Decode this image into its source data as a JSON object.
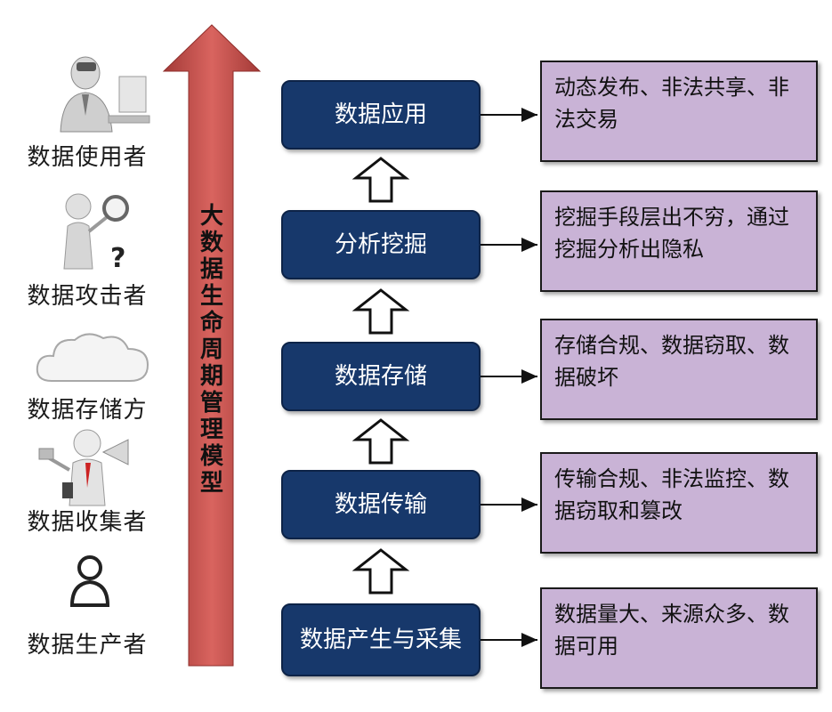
{
  "title": "大数据生命周期管理模型",
  "roles": [
    {
      "label": "数据使用者",
      "icon": "person-at-computer-icon"
    },
    {
      "label": "数据攻击者",
      "icon": "figure-with-magnifier-icon"
    },
    {
      "label": "数据存储方",
      "icon": "cloud-icon"
    },
    {
      "label": "数据收集者",
      "icon": "figure-with-megaphone-icon"
    },
    {
      "label": "数据生产者",
      "icon": "person-icon"
    }
  ],
  "stages": [
    {
      "label": "数据应用",
      "risk": "动态发布、非法共享、非法交易"
    },
    {
      "label": "分析挖掘",
      "risk": "挖掘手段层出不穷，通过挖掘分析出隐私"
    },
    {
      "label": "数据存储",
      "risk": "存储合规、数据窃取、数据破坏"
    },
    {
      "label": "数据传输",
      "risk": "传输合规、非法监控、数据窃取和篡改"
    },
    {
      "label": "数据产生与采集",
      "risk": "数据量大、来源众多、数据可用"
    }
  ],
  "colors": {
    "lifecycle_arrow": "#c0504d",
    "stage_fill": "#17386b",
    "risk_fill": "#c9b3d6"
  }
}
